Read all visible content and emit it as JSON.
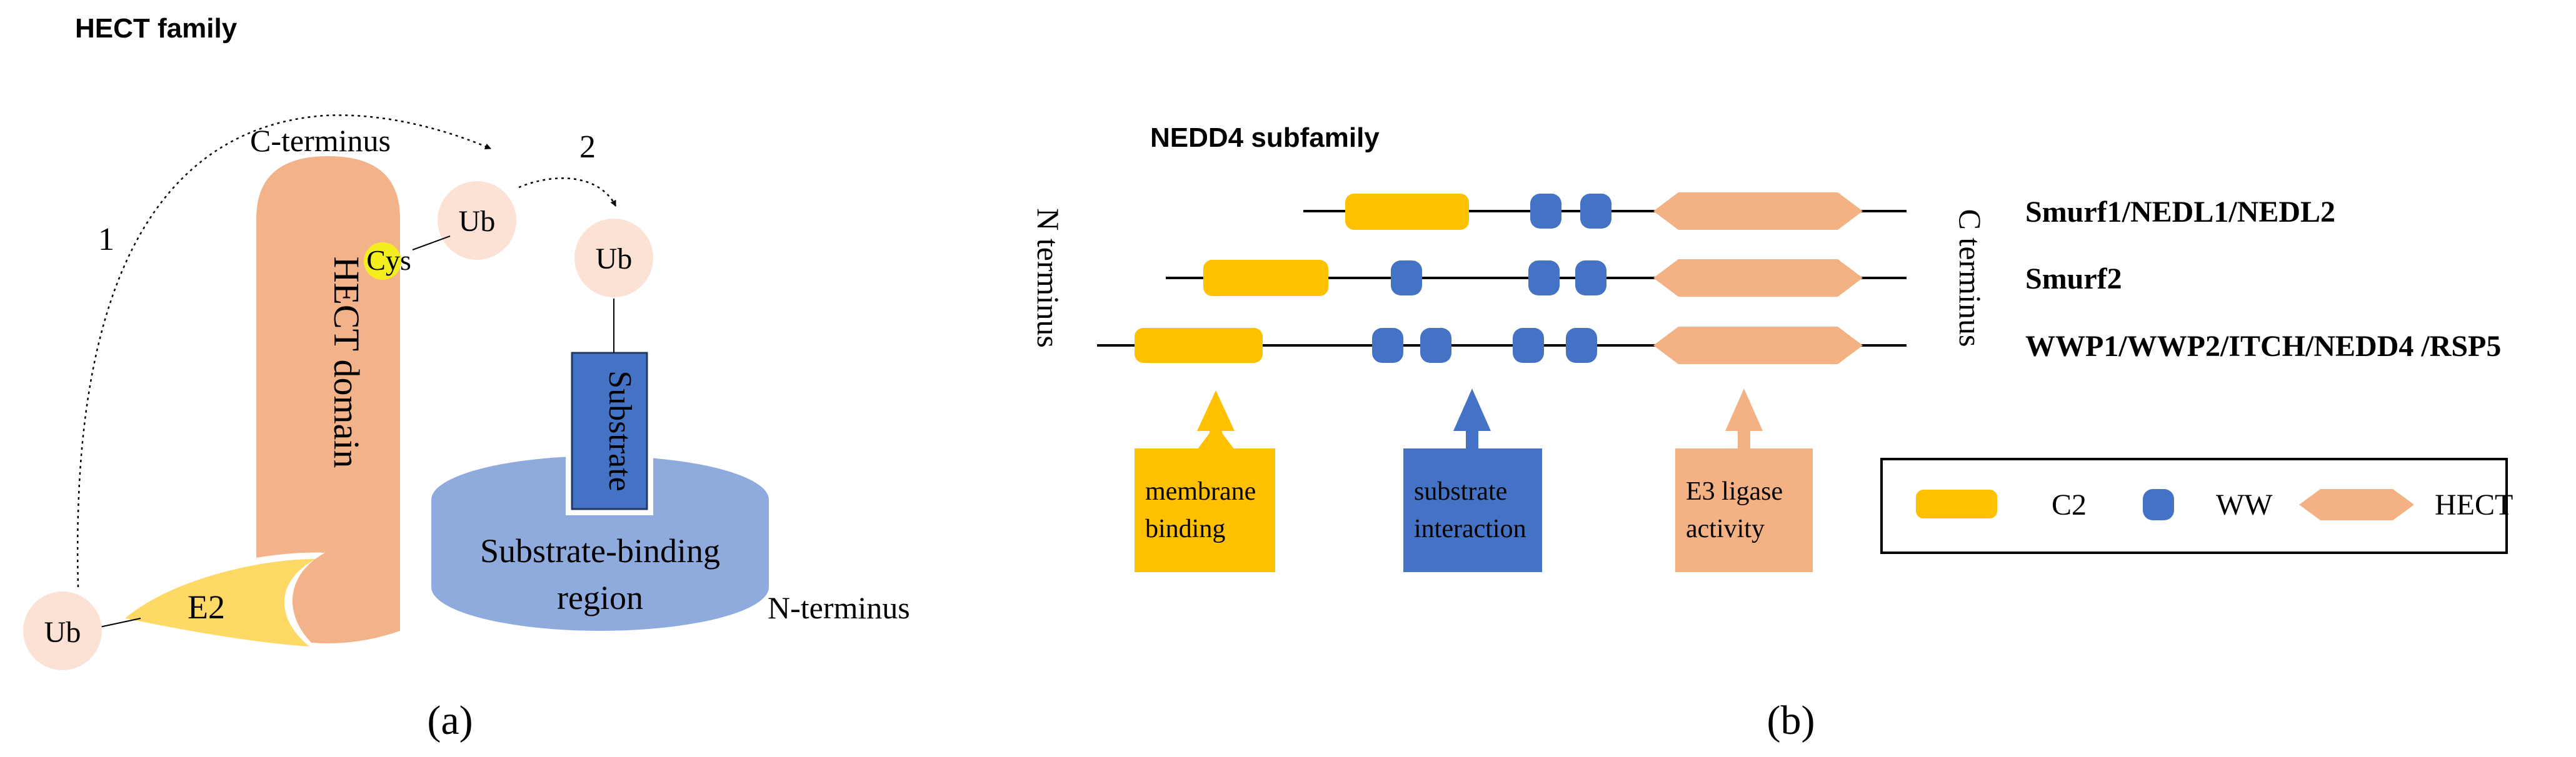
{
  "panel_a": {
    "heading": "HECT family",
    "label_c_terminus": "C-terminus",
    "label_n_terminus": "N-terminus",
    "step_1": "1",
    "step_2": "2",
    "ub_label": "Ub",
    "cys_label": "Cys",
    "hect_domain_label": "HECT domain",
    "e2_label": "E2",
    "substrate_label": "Substrate",
    "substrate_region_line1": "Substrate-binding",
    "substrate_region_line2": "region",
    "caption": "(a)"
  },
  "panel_b": {
    "heading": "NEDD4 subfamily",
    "n_terminus_label": "N terminus",
    "c_terminus_label": "C terminus",
    "rows": [
      {
        "name": "Smurf1/NEDL1/NEDL2",
        "c2_count": 1,
        "ww_count": 2
      },
      {
        "name": "Smurf2",
        "c2_count": 1,
        "ww_count": 3
      },
      {
        "name": "WWP1/WWP2/ITCH/NEDD4 /RSP5",
        "c2_count": 1,
        "ww_count": 4
      }
    ],
    "annotations": {
      "membrane_line1": "membrane",
      "membrane_line2": "binding",
      "substrate_line1": "substrate",
      "substrate_line2": "interaction",
      "e3_line1": "E3 ligase",
      "e3_line2": "activity"
    },
    "legend": {
      "c2": "C2",
      "ww": "WW",
      "hect": "HECT"
    },
    "caption": "(b)"
  },
  "colors": {
    "hect_domain": "#F2B38A",
    "ub_circle": "#FBE2D5",
    "cys_highlight": "#F5EE1F",
    "e2": "#FFD966",
    "substrate_region": "#8FAADC",
    "substrate_box": "#4472C4",
    "c2": "#FFC000",
    "ww": "#4472C4",
    "hect_hexagon": "#F4B183"
  }
}
